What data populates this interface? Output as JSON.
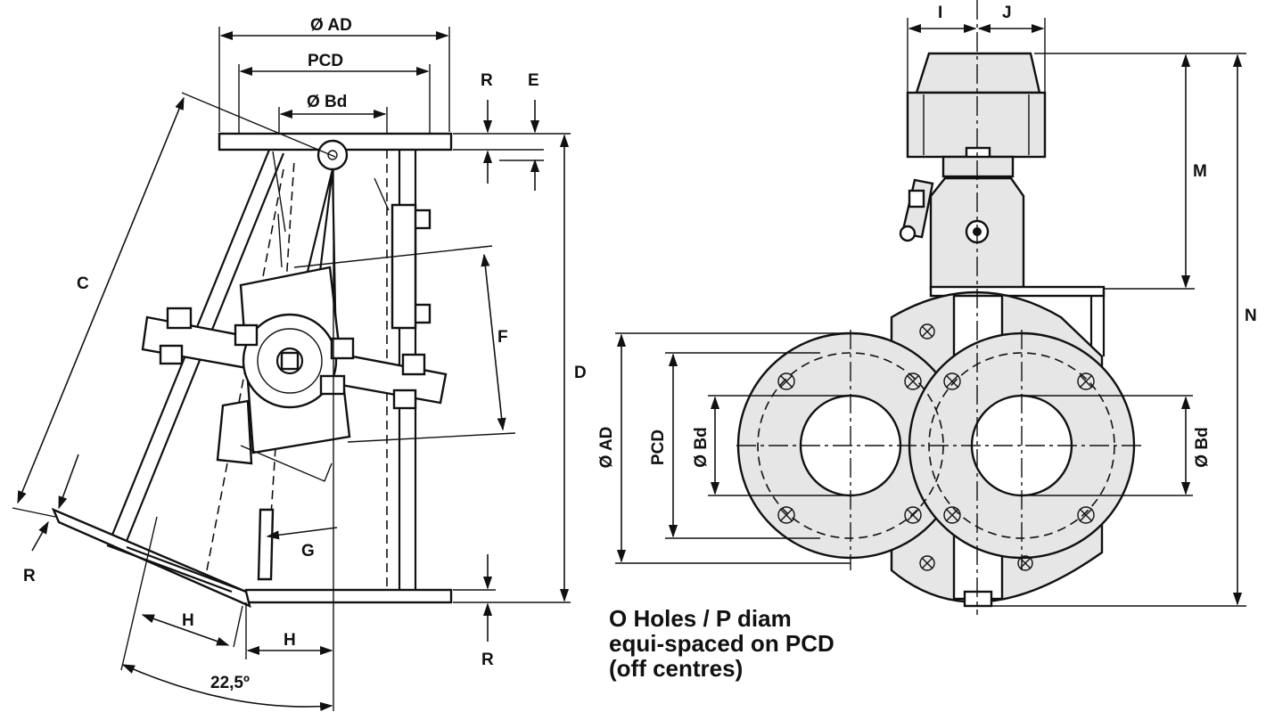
{
  "labels": {
    "ad_top": "Ø AD",
    "pcd_top": "PCD",
    "bd_top": "Ø Bd",
    "r_top": "R",
    "e_top": "E",
    "c": "C",
    "f": "F",
    "d": "D",
    "g": "G",
    "h_left": "H",
    "h_right": "H",
    "r_left": "R",
    "r_bottom": "R",
    "angle": "22,5º",
    "i": "I",
    "j": "J",
    "m": "M",
    "n": "N",
    "ad_side": "Ø AD",
    "pcd_side": "PCD",
    "bd_side_left": "Ø Bd",
    "bd_side_right": "Ø Bd"
  },
  "note": {
    "line1": "O Holes / P diam",
    "line2": "equi-spaced on PCD",
    "line3": "(off centres)"
  },
  "colors": {
    "ink": "#111111",
    "body_fill": "#e6e6e6",
    "background": "#ffffff"
  }
}
